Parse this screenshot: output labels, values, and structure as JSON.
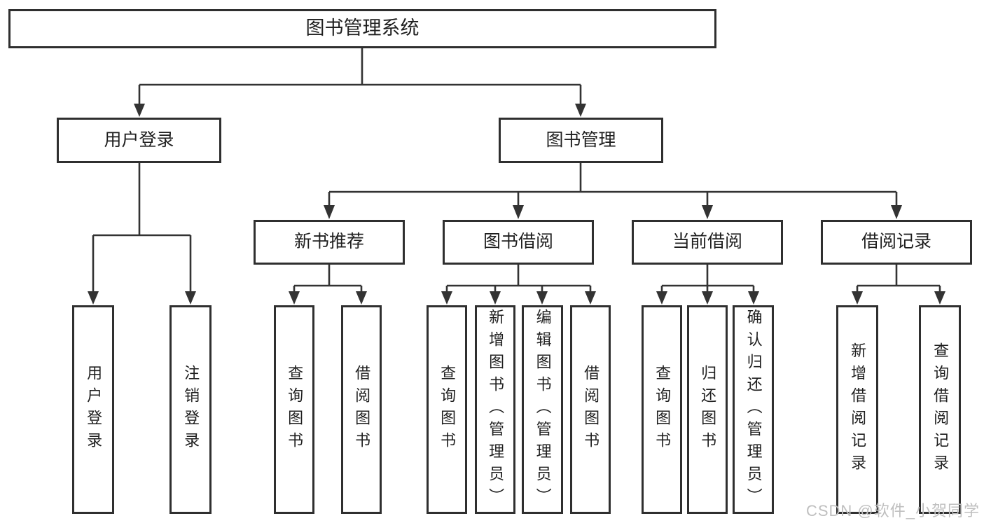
{
  "tree": {
    "root": "图书管理系统",
    "branches": [
      {
        "label": "用户登录",
        "children": [
          {
            "label": "用户登录"
          },
          {
            "label": "注销登录"
          }
        ]
      },
      {
        "label": "图书管理",
        "children": [
          {
            "label": "新书推荐",
            "children": [
              {
                "label": "查询图书"
              },
              {
                "label": "借阅图书"
              }
            ]
          },
          {
            "label": "图书借阅",
            "children": [
              {
                "label": "查询图书"
              },
              {
                "label": "新增图书（管理员）"
              },
              {
                "label": "编辑图书（管理员）"
              },
              {
                "label": "借阅图书"
              }
            ]
          },
          {
            "label": "当前借阅",
            "children": [
              {
                "label": "查询图书"
              },
              {
                "label": "归还图书"
              },
              {
                "label": "确认归还（管理员）"
              }
            ]
          },
          {
            "label": "借阅记录",
            "children": [
              {
                "label": "新增借阅记录"
              },
              {
                "label": "查询借阅记录"
              }
            ]
          }
        ]
      }
    ]
  },
  "watermark": {
    "text": "CSDN @软件_小贺同学"
  },
  "colors": {
    "line": "#333333",
    "box_border": "#2f2f2f",
    "box_text": "#1f1f1f",
    "watermark": "#bfbfbf",
    "background": "#ffffff"
  }
}
